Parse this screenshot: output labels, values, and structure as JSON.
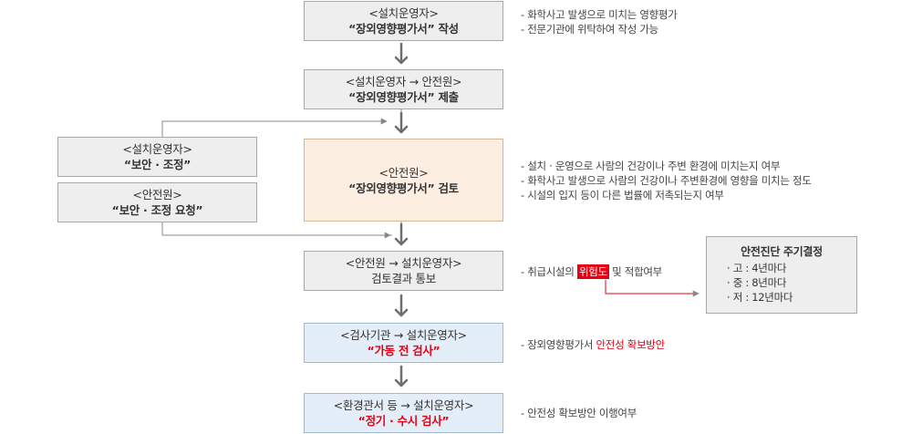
{
  "steps": [
    {
      "line1": "<설치운영자>",
      "line2": "“장외영향평가서” 작성"
    },
    {
      "line1": "<설치운영자 → 안전원>",
      "line2": "“장외영향평가서” 제출"
    },
    {
      "line1": "<안전원>",
      "line2": "“장외영향평가서” 검토"
    },
    {
      "line1": "<안전원 → 설치운영자>",
      "line2": "검토결과 통보"
    },
    {
      "line1": "<검사기관 → 설치운영자>",
      "line2": "“가동 전 검사”"
    },
    {
      "line1": "<환경관서 등 → 설치운영자>",
      "line2": "“정기 · 수시 검사”"
    }
  ],
  "side_steps": [
    {
      "line1": "<설치운영자>",
      "line2": "“보안 · 조정”"
    },
    {
      "line1": "<안전원>",
      "line2": "“보안 · 조정 요청”"
    }
  ],
  "notes": {
    "step1": [
      "- 화학사고 발생으로 미치는 영향평가",
      "- 전문기관에 위탁하여 작성 가능"
    ],
    "step3": [
      "- 설치 · 운영으로 사람의 건강이나 주변 환경에 미치는지 여부",
      "- 화학사고 발생으로 사람의 건강이나 주변환경에 영향을 미치는 정도",
      "- 시설의 입지 등이 다른 법률에 저촉되는지 여부"
    ],
    "step4": {
      "prefix": "- 취급시설의 ",
      "highlight": "위험도",
      "suffix": " 및 적합여부"
    },
    "step5": {
      "prefix": "- 장외영향평가서 ",
      "highlight": "안전성 확보방안"
    },
    "step6": "- 안전성 확보방안 이행여부"
  },
  "cycle_box": {
    "title": "안전진단 주기결정",
    "items": [
      "· 고 : 4년마다",
      "· 중 : 8년마다",
      "· 저 : 12년마다"
    ]
  },
  "colors": {
    "accent": "#e60012",
    "box_gray": "#eeeeee",
    "box_amber": "#fcefe2",
    "box_blue": "#e4eef9",
    "arrow": "#777777"
  }
}
